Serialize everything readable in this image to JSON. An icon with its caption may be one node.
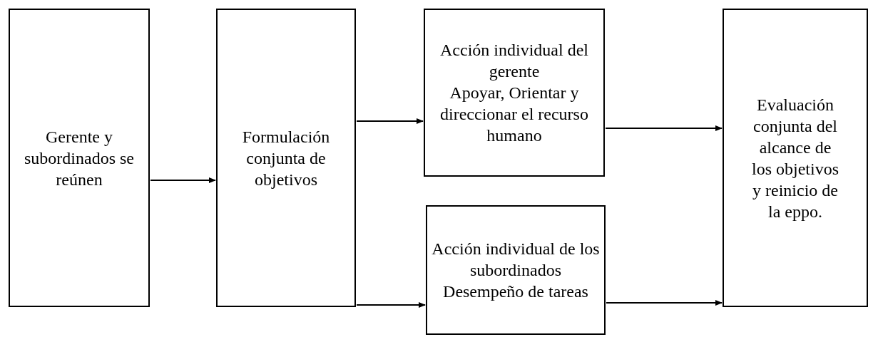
{
  "diagram": {
    "nodes": [
      {
        "text": [
          "Gerente y subordinados se reúnen"
        ]
      },
      {
        "text": [
          "Formulación conjunta de objetivos"
        ]
      },
      {
        "text": [
          "Acción individual del gerente",
          "Apoyar, Orientar y direccionar el recurso humano"
        ]
      },
      {
        "text": [
          "Acción individual de los subordinados",
          "Desempeño de tareas"
        ]
      },
      {
        "text": [
          "Evaluación conjunta del alcance de los objetivos y reinicio de la eppo."
        ]
      }
    ],
    "edges": [
      {
        "from": 0,
        "to": 1,
        "arrow": "to"
      },
      {
        "from": 1,
        "to": 2,
        "arrow": "to"
      },
      {
        "from": 1,
        "to": 3,
        "arrow": "to"
      },
      {
        "from": 2,
        "to": 4,
        "arrow": "to"
      },
      {
        "from": 3,
        "to": 4,
        "arrow": "to"
      }
    ]
  }
}
